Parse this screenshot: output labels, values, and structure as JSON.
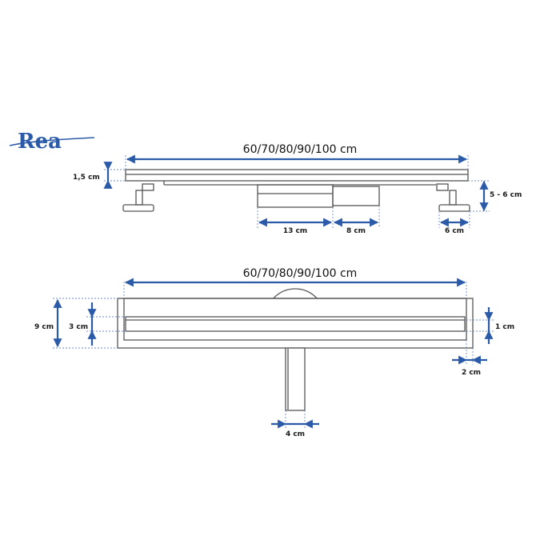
{
  "brand": {
    "logo_text": "Rea",
    "color": "#2b5ba8"
  },
  "colors": {
    "dimension": "#2b5ba8",
    "outline": "#555555",
    "text": "#1a1a1a"
  },
  "side_view": {
    "length_label": "60/70/80/90/100 cm",
    "cover_thickness_label": "1,5 cm",
    "foot_height_label": "5 - 6 cm",
    "drain_width_label": "13 cm",
    "outlet_width_label": "8 cm",
    "foot_width_label": "6 cm"
  },
  "top_view": {
    "length_label": "60/70/80/90/100 cm",
    "total_width_label": "9 cm",
    "slot_width_label": "3 cm",
    "edge_label": "1 cm",
    "flange_label": "2 cm",
    "pipe_diameter_label": "4 cm"
  }
}
